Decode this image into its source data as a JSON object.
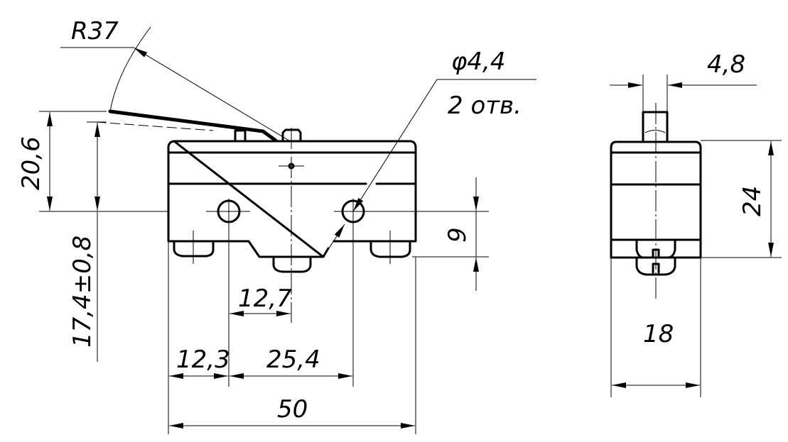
{
  "drawing": {
    "front_view": {
      "radius_label": "R37",
      "hole_label": "φ4,4",
      "hole_count_label": "2 отв.",
      "height_lever_label": "20,6",
      "height_operating_label": "17,4±0,8",
      "hole_to_terminal_label": "9",
      "hole_to_center_label": "12,7",
      "edge_to_hole_label": "12,3",
      "hole_spacing_label": "25,4",
      "length_label": "50"
    },
    "side_view": {
      "button_width_label": "4,8",
      "height_label": "24",
      "width_label": "18"
    }
  }
}
